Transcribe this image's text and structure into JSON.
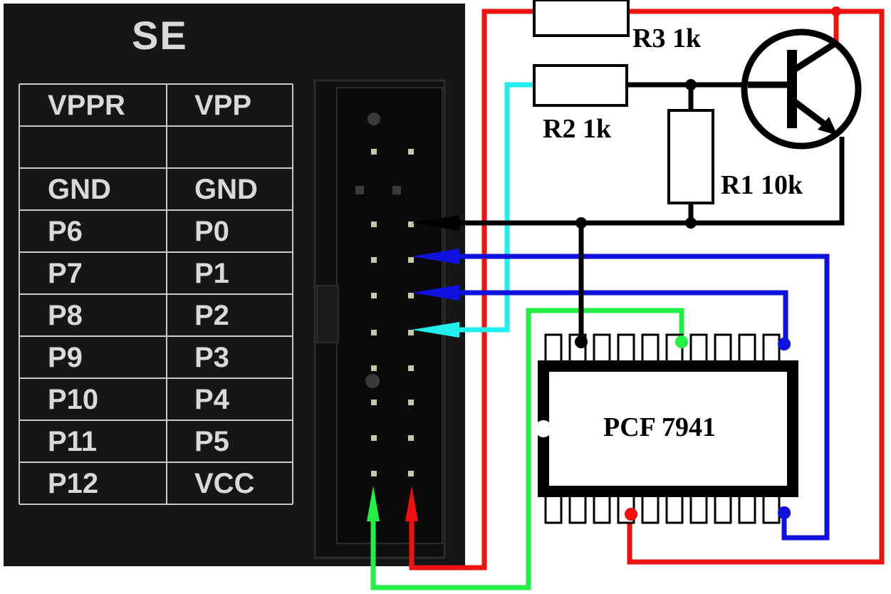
{
  "panel": {
    "title": "SE",
    "pin_table": [
      {
        "left": "VPPR",
        "right": "VPP"
      },
      {
        "left": "",
        "right": ""
      },
      {
        "left": "GND",
        "right": "GND"
      },
      {
        "left": "P6",
        "right": "P0"
      },
      {
        "left": "P7",
        "right": "P1"
      },
      {
        "left": "P8",
        "right": "P2"
      },
      {
        "left": "P9",
        "right": "P3"
      },
      {
        "left": "P10",
        "right": "P4"
      },
      {
        "left": "P11",
        "right": "P5"
      },
      {
        "left": "P12",
        "right": "VCC"
      }
    ]
  },
  "components": {
    "r1": "R1 10k",
    "r2": "R2 1k",
    "r3": "R3 1k",
    "ic": "PCF 7941"
  },
  "colors": {
    "red": "#ee1111",
    "blue": "#1111dd",
    "cyan": "#22eeee",
    "green": "#22ee44",
    "black": "#000000",
    "panel": "#151618",
    "label": "#d9d9d9"
  }
}
